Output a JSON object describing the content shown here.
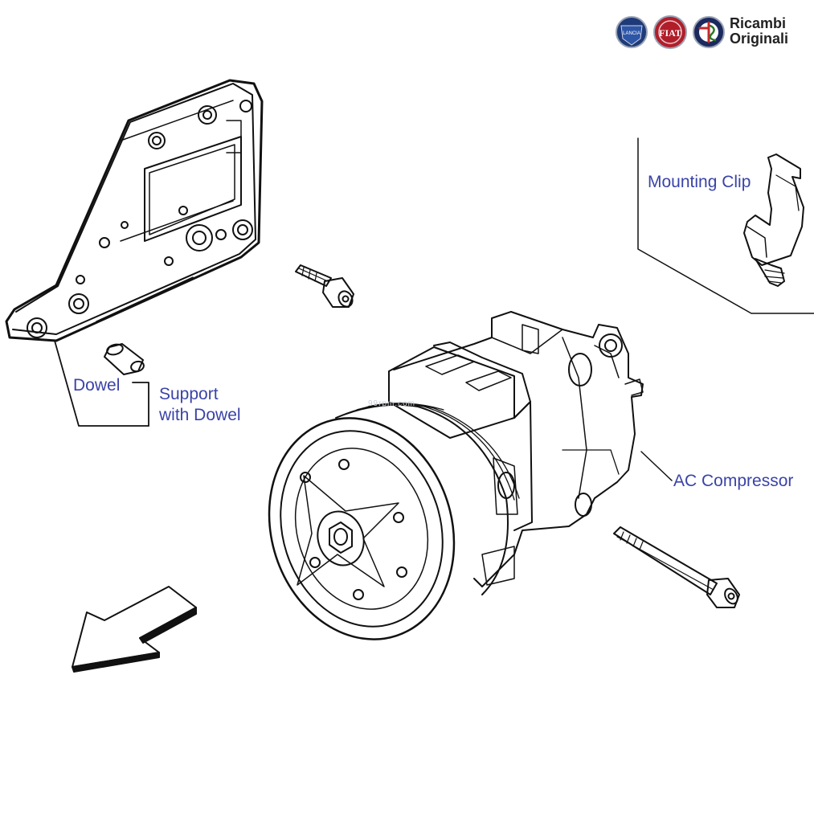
{
  "brand": {
    "line1": "Ricambi",
    "line2": "Originali",
    "logos": [
      {
        "name": "lancia",
        "text": "LANCIA",
        "color": "#1f3a78"
      },
      {
        "name": "fiat",
        "text": "FIAT",
        "color": "#b01e2a"
      },
      {
        "name": "alfa-romeo",
        "text": "",
        "color": "#1b2a5e"
      }
    ]
  },
  "watermark": "99rpm.com",
  "labels": {
    "mounting_clip": "Mounting Clip",
    "dowel": "Dowel",
    "support_line1": "Support",
    "support_line2": "with Dowel",
    "ac_compressor": "AC Compressor"
  },
  "colors": {
    "label": "#3a43a8",
    "line": "#111111"
  }
}
